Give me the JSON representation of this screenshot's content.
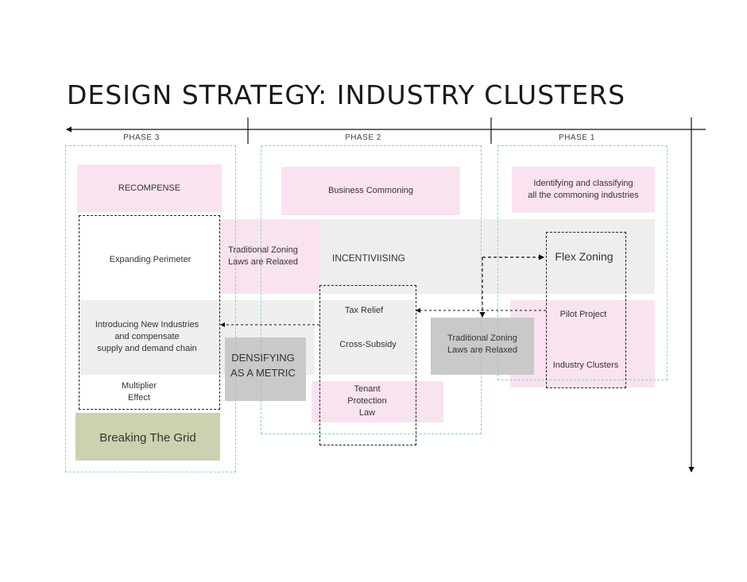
{
  "title": "DESIGN STRATEGY: INDUSTRY CLUSTERS",
  "phases": [
    "PHASE 3",
    "PHASE 2",
    "PHASE 1"
  ],
  "colors": {
    "cyan_border": "#7fd4dc",
    "pink": "#fae3f0",
    "grey": "#eeeeee",
    "dark_grey": "#c9c9c9",
    "olive": "#ccd2b0"
  },
  "nodes": {
    "recompense": "RECOMPENSE",
    "business_commoning": "Business Commoning",
    "identifying": "Identifying and classifying\nall the commoning industries",
    "expanding_perimeter": "Expanding Perimeter",
    "zoning_relaxed_1": "Traditional Zoning\nLaws are Relaxed",
    "incentivising": "INCENTIVIISING",
    "flex_zoning": "Flex Zoning",
    "introducing": "Introducing New Industries\nand compensate\nsupply and demand chain",
    "tax_relief": "Tax Relief",
    "cross_subsidy": "Cross-Subsidy",
    "zoning_relaxed_2": "Traditional Zoning\nLaws are Relaxed",
    "pilot_project": "Pilot Project",
    "industry_clusters": "Industry Clusters",
    "densifying": "DENSIFYING\nAS A METRIC",
    "multiplier": "Multiplier\nEffect",
    "tenant": "Tenant\nProtection\nLaw",
    "breaking": "Breaking The Grid"
  }
}
